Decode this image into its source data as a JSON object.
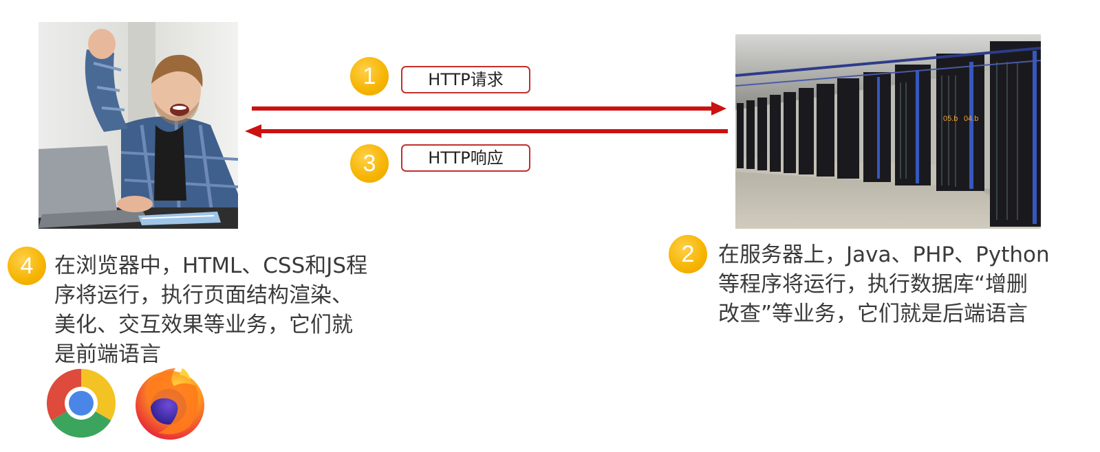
{
  "colors": {
    "arrow": "#cc1111",
    "badge": "#f6b400",
    "label_border": "#c0302b",
    "text": "#3a3a3a"
  },
  "images": {
    "user": "excited-user-at-laptop-photo",
    "server": "data-center-server-racks-photo"
  },
  "steps": {
    "request": {
      "number": "1",
      "label": "HTTP请求"
    },
    "server": {
      "number": "2",
      "text": "在服务器上，Java、PHP、Python\n等程序将运行，执行数据库“增删\n改查”等业务，它们就是后端语言"
    },
    "response": {
      "number": "3",
      "label": "HTTP响应"
    },
    "browser": {
      "number": "4",
      "text": "在浏览器中，HTML、CSS和JS程\n序将运行，执行页面结构渲染、\n美化、交互效果等业务，它们就\n是前端语言"
    }
  },
  "browsers": [
    "chrome-icon",
    "firefox-icon"
  ],
  "rack_labels": [
    "05.b",
    "04.b"
  ]
}
